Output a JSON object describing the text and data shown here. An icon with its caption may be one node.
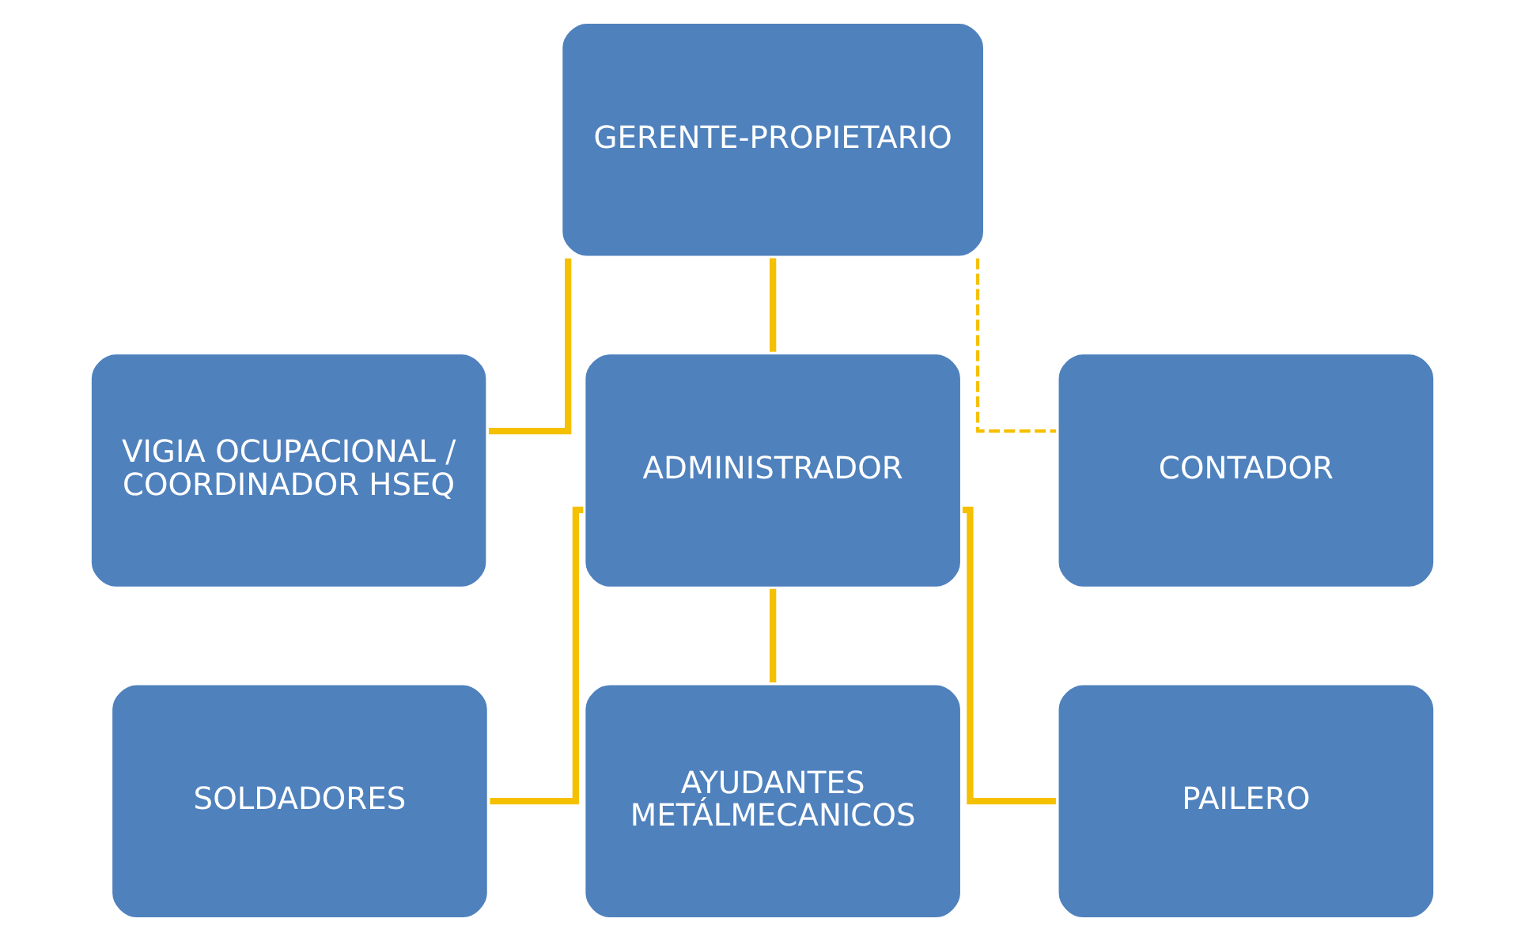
{
  "diagram": {
    "nodes": [
      {
        "text": [
          "GERENTE-PROPIETARIO"
        ]
      },
      {
        "text": [
          "VIGIA OCUPACIONAL / COORDINADOR HSEQ"
        ]
      },
      {
        "text": [
          "ADMINISTRADOR"
        ]
      },
      {
        "text": [
          "CONTADOR"
        ]
      },
      {
        "text": [
          "SOLDADORES"
        ]
      },
      {
        "text": [
          "AYUDANTES METÁLMECANICOS"
        ]
      },
      {
        "text": [
          "PAILERO"
        ]
      }
    ],
    "edges": [
      {
        "from": 0,
        "to": 2,
        "arrow": "none"
      },
      {
        "from": 0,
        "to": 1,
        "arrow": "none"
      },
      {
        "from": 0,
        "to": 3,
        "arrow": "none",
        "style": "dashed"
      },
      {
        "from": 2,
        "to": 4,
        "arrow": "none"
      },
      {
        "from": 2,
        "to": 5,
        "arrow": "none"
      },
      {
        "from": 2,
        "to": 6,
        "arrow": "none"
      }
    ]
  }
}
